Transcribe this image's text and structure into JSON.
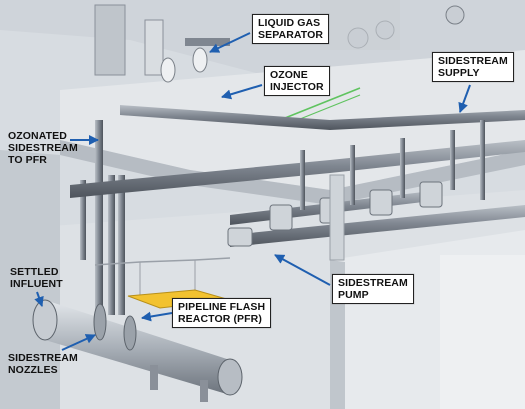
{
  "labels": {
    "liquid_gas_separator": "LIQUID GAS\nSEPARATOR",
    "ozone_injector": "OZONE\nINJECTOR",
    "sidestream_supply": "SIDESTREAM\nSUPPLY",
    "ozonated_sidestream": "OZONATED\nSIDESTREAM\nTO PFR",
    "sidestream_pump": "SIDESTREAM\nPUMP",
    "settled_influent": "SETTLED\nINFLUENT",
    "pipeline_flash_reactor": "PIPELINE FLASH\nREACTOR (PFR)",
    "sidestream_nozzles": "SIDESTREAM\nNOZZLES"
  },
  "colors": {
    "arrow": "#1f5fb0",
    "floor": "#dfe3e7",
    "wall": "#c9ced4",
    "pipe": "#8a9099",
    "tray_yellow": "#f2c230",
    "rail_green": "#5fc35f"
  }
}
